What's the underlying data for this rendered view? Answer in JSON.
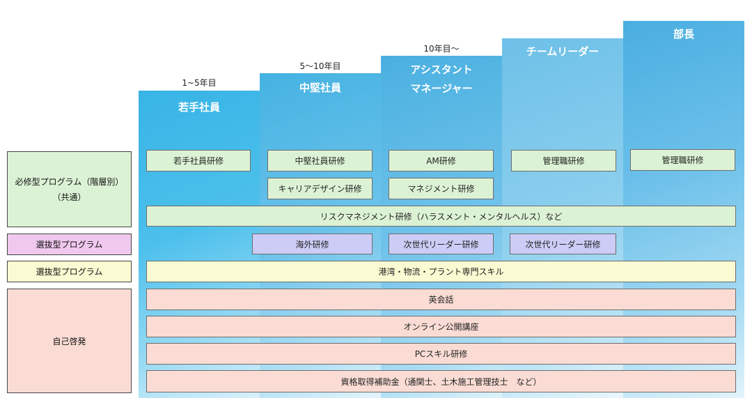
{
  "columns": [
    {
      "tenure": "1~5年目",
      "title": [
        "若手社員"
      ]
    },
    {
      "tenure": "5～10年目",
      "title": [
        "中堅社員"
      ]
    },
    {
      "tenure": "10年目～",
      "title": [
        "アシスタント",
        "マネージャー"
      ]
    },
    {
      "tenure": "",
      "title": [
        "チームリーダー"
      ]
    },
    {
      "tenure": "",
      "title": [
        "部長"
      ]
    }
  ],
  "left_labels": [
    {
      "line1": "必修型プログラム（階層別）",
      "line2": "（共通）"
    },
    {
      "line1": "選抜型プログラム"
    },
    {
      "line1": "選抜型プログラム"
    },
    {
      "line1": "自己啓発"
    }
  ],
  "programs": {
    "required_by_level": [
      "若手社員研修",
      "中堅社員研修",
      "AM研修",
      "管理職研修",
      "管理職研修"
    ],
    "required_row2": [
      "キャリアデザイン研修",
      "マネジメント研修"
    ],
    "required_common": "リスクマネジメント研修（ハラスメント・メンタルヘルス）など",
    "selective": [
      "海外研修",
      "次世代リーダー研修",
      "次世代リーダー研修"
    ],
    "selective_skill": "港湾・物流・プラント専門スキル",
    "self_dev": [
      "英会話",
      "オンライン公開講座",
      "PCスキル研修",
      "資格取得補助金（通関士、土木施工管理技士　など）"
    ]
  }
}
